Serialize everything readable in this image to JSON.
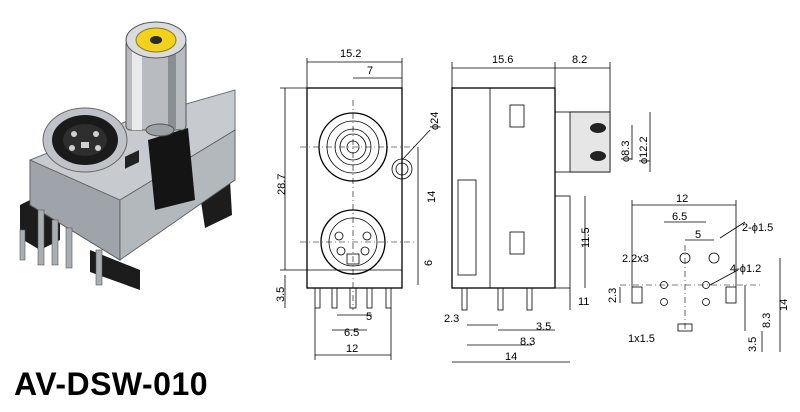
{
  "model_name": "AV-DSW-010",
  "front_view": {
    "width_top": "15.2",
    "offset_top": "7",
    "height_left": "28.7",
    "pin_len": "3.5",
    "rca_dia": "ϕ24",
    "spacing_14": "14",
    "spacing_6": "6",
    "pin_5": "5",
    "pin_65": "6.5",
    "bottom_12": "12"
  },
  "side_view": {
    "depth_top": "15.6",
    "extend_top": "8.2",
    "dia_inner": "ϕ8.3",
    "dia_outer": "ϕ12.2",
    "height_115": "11.5",
    "dim_11": "11",
    "dim_23": "2.3",
    "dim_35": "3.5",
    "dim_83": "8.3",
    "bottom_14": "14"
  },
  "pcb_layout": {
    "width_12": "12",
    "dim_65": "6.5",
    "dim_5": "5",
    "holes_15": "2-ϕ1.5",
    "holes_12": "4-ϕ1.2",
    "slot_22x3": "2.2x3",
    "dim_23": "2.3",
    "slot_1x15": "1x1.5",
    "dim_35": "3.5",
    "dim_83": "8.3",
    "dim_14": "14"
  },
  "colors": {
    "rca_center": "#f2d21a",
    "chrome": "#b8bcc0",
    "body": "#2a2a2a"
  }
}
